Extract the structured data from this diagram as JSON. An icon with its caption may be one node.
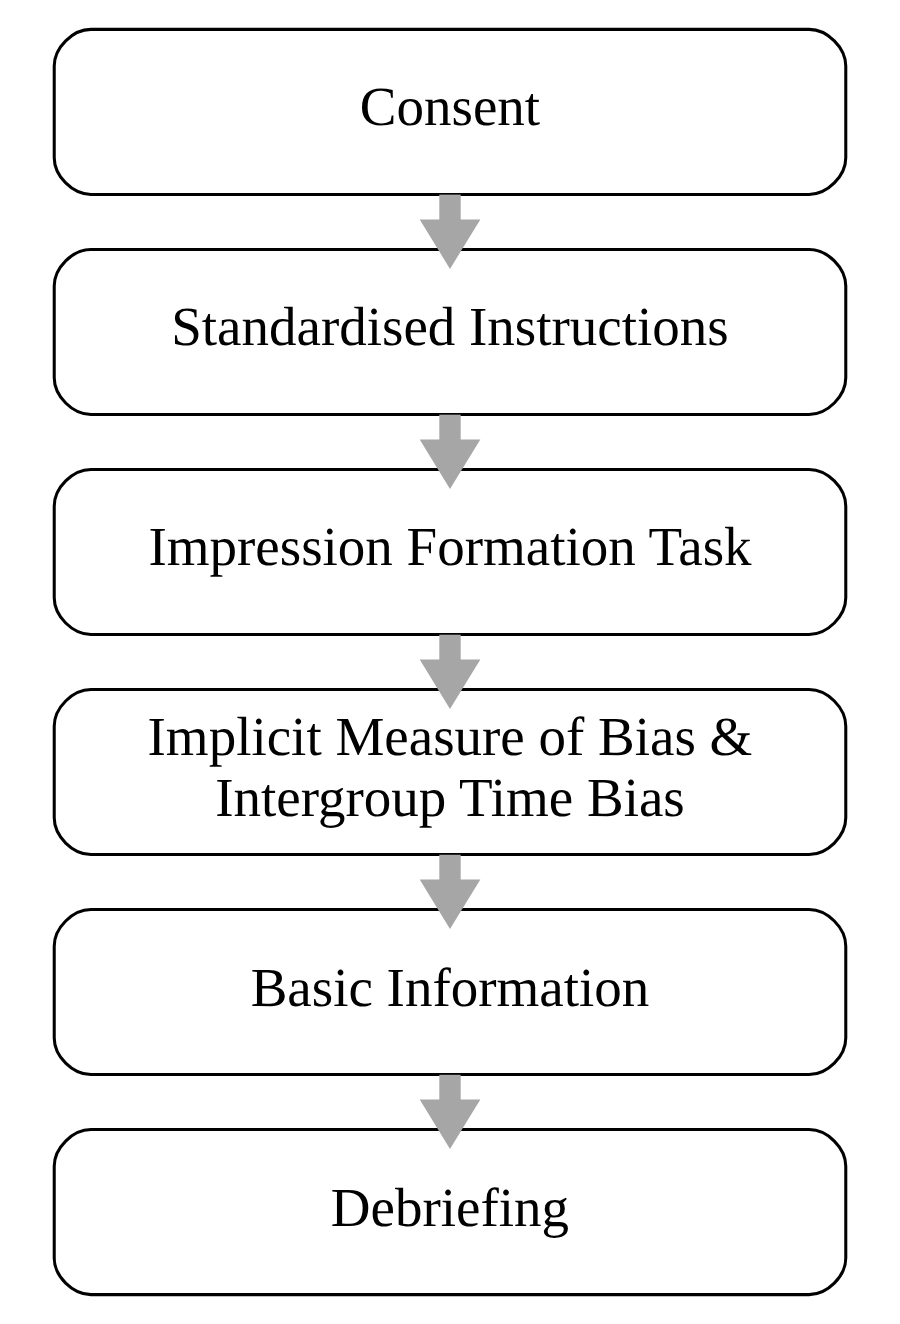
{
  "diagram": {
    "nodes": [
      {
        "text": [
          "Consent"
        ]
      },
      {
        "text": [
          "Standardised Instructions"
        ]
      },
      {
        "text": [
          "Impression Formation Task"
        ]
      },
      {
        "text": [
          "Implicit Measure of Bias & Intergroup Time Bias"
        ]
      },
      {
        "text": [
          "Basic Information"
        ]
      },
      {
        "text": [
          "Debriefing"
        ]
      }
    ],
    "edges": [
      {
        "from": 0,
        "to": 1,
        "arrow": "to"
      },
      {
        "from": 1,
        "to": 2,
        "arrow": "to"
      },
      {
        "from": 2,
        "to": 3,
        "arrow": "to"
      },
      {
        "from": 3,
        "to": 4,
        "arrow": "to"
      },
      {
        "from": 4,
        "to": 5,
        "arrow": "to"
      }
    ]
  }
}
